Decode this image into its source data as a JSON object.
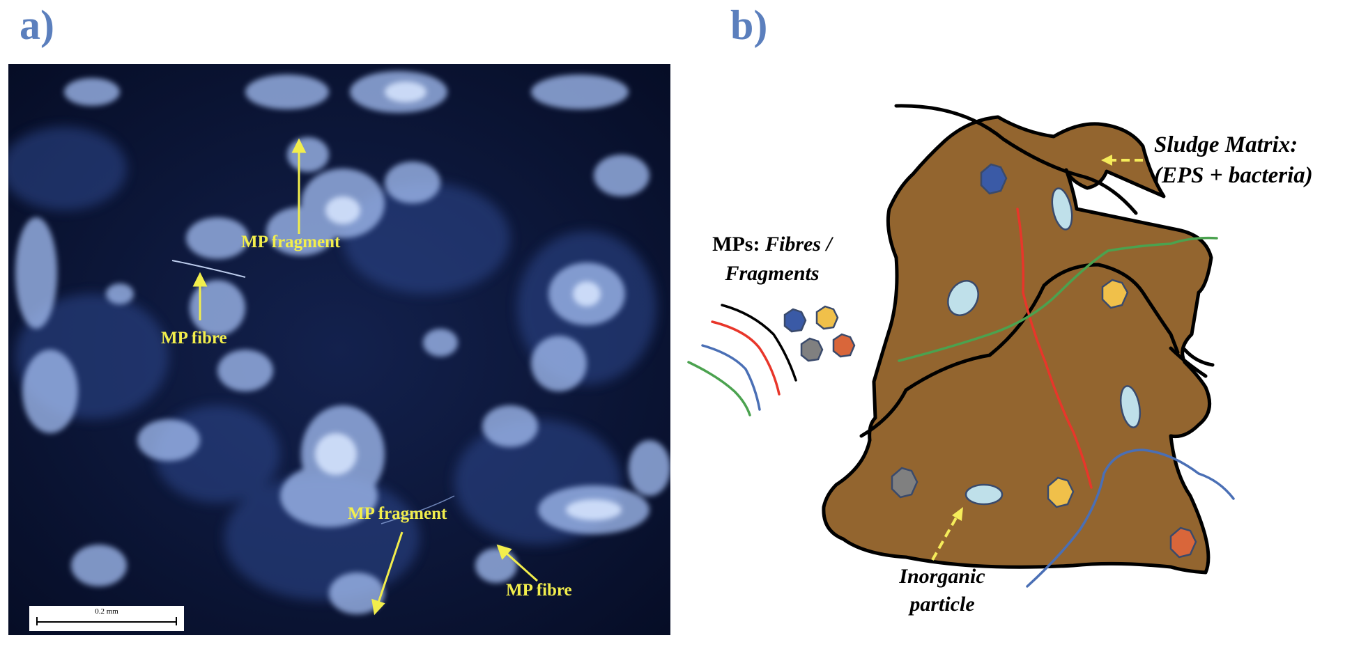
{
  "panels": {
    "a": {
      "label": "a)"
    },
    "b": {
      "label": "b)"
    }
  },
  "micrograph": {
    "annotations": [
      {
        "id": "mp-fragment-top",
        "text": "MP fragment"
      },
      {
        "id": "mp-fibre-left",
        "text": "MP fibre"
      },
      {
        "id": "mp-fragment-bottom",
        "text": "MP fragment"
      },
      {
        "id": "mp-fibre-right",
        "text": "MP fibre"
      }
    ],
    "scale_bar": {
      "text": "0.2 mm"
    }
  },
  "schematic": {
    "sludge_matrix": {
      "line1": "Sludge Matrix:",
      "line2": "(EPS + bacteria)"
    },
    "mps": {
      "prefix": "MPs: ",
      "fibres": "Fibres /",
      "fragments": "Fragments"
    },
    "inorganic": {
      "line1": "Inorganic",
      "line2": "particle"
    }
  },
  "colors": {
    "panel_label": "#5b7fbd",
    "annotation_yellow": "#f2ee4c",
    "sludge_brown": "#93652f",
    "fibre_red": "#e8362a",
    "fibre_green": "#4ba24f",
    "fibre_blue": "#4a6fb5",
    "fragment_darkblue": "#3a5aa6",
    "fragment_yellow": "#f0c04a",
    "fragment_grey": "#808080",
    "fragment_orange": "#d9663a",
    "inorganic_light": "#bfe0ea"
  }
}
